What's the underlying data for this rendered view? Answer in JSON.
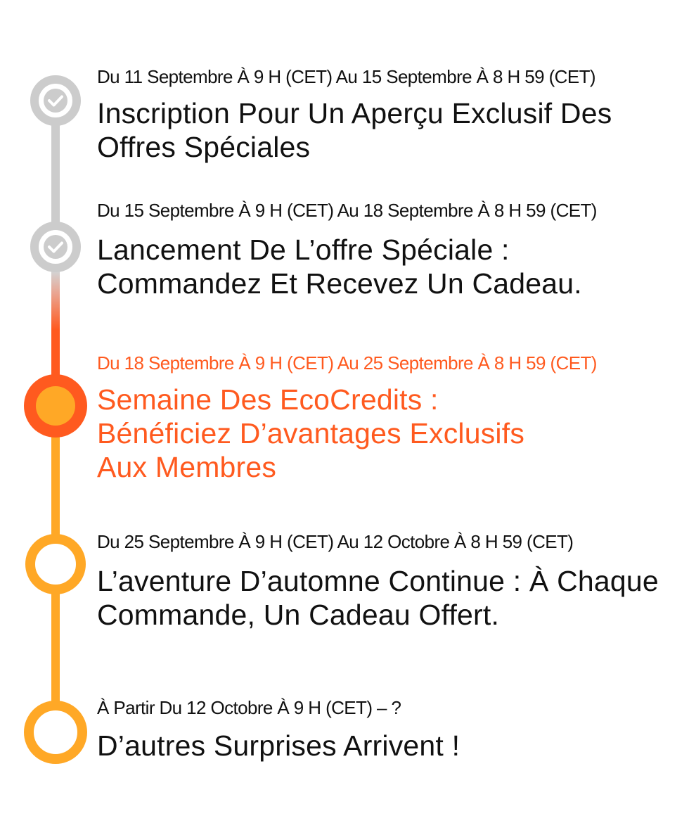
{
  "colors": {
    "done": "#cccccc",
    "current": "#ff5a1f",
    "current_inner": "#ffa826",
    "upcoming": "#ffa826",
    "text": "#111111"
  },
  "timeline": {
    "steps": [
      {
        "status": "done",
        "icon": "check-icon",
        "date": "Du 11 Septembre À 9 H (CET) Au 15 Septembre À 8 H 59 (CET)",
        "title": "Inscription Pour Un Aperçu Exclusif Des Offres Spéciales"
      },
      {
        "status": "done",
        "icon": "check-icon",
        "date": "Du 15 Septembre À 9 H (CET) Au 18 Septembre À 8 H 59 (CET)",
        "title": "Lancement De L’offre Spéciale : Commandez Et Recevez Un Cadeau."
      },
      {
        "status": "current",
        "icon": "filled-circle-icon",
        "date": "Du 18 Septembre À 9 H (CET) Au 25 Septembre À 8 H 59 (CET)",
        "title": "Semaine Des EcoCredits : Bénéficiez D’avantages Exclusifs Aux Membres"
      },
      {
        "status": "upcoming",
        "icon": "ring-icon",
        "date": "Du 25 Septembre À 9 H (CET) Au 12 Octobre À 8 H 59 (CET)",
        "title": "L’aventure D’automne Continue : À Chaque Commande, Un Cadeau Offert."
      },
      {
        "status": "upcoming",
        "icon": "ring-icon",
        "date": "À Partir Du 12 Octobre À 9 H (CET) – ?",
        "title": "D’autres Surprises Arrivent !"
      }
    ]
  }
}
